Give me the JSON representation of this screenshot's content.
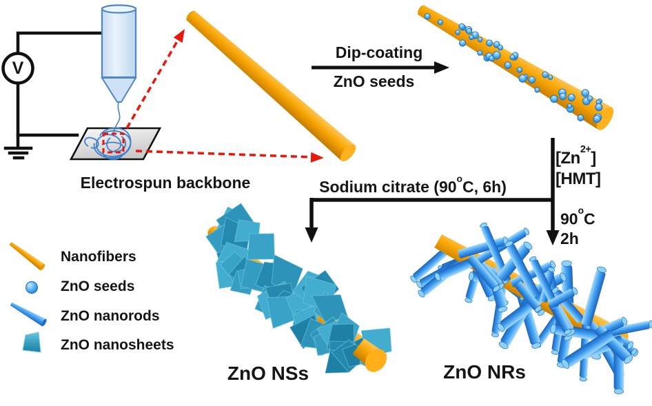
{
  "figure": {
    "voltmeter": "V",
    "electrospun_label": "Electrospun backbone",
    "dip_coating": {
      "label": "Dip-coating",
      "sub_label": "ZnO seeds"
    },
    "citrate_step": {
      "text_pre": "Sodium citrate (90",
      "sup": "o",
      "text_post": "C, 6h)"
    },
    "hydrothermal_step": {
      "reagent1_pre": "[Zn",
      "reagent1_sup": "2+",
      "reagent1_post": "]",
      "reagent2": "[HMT]",
      "temp_pre": "90",
      "temp_sup": "o",
      "temp_post": "C",
      "time": "2h"
    },
    "products": {
      "nanosheets": "ZnO NSs",
      "nanorods": "ZnO NRs"
    },
    "legend": {
      "items": [
        {
          "icon": "nanofiber-icon",
          "label": "Nanofibers"
        },
        {
          "icon": "zno-seed-icon",
          "label": "ZnO seeds"
        },
        {
          "icon": "zno-nanorod-icon",
          "label": "ZnO nanorods"
        },
        {
          "icon": "zno-nanosheet-icon",
          "label": "ZnO nanosheets"
        }
      ]
    },
    "colors": {
      "nanofiber_orange": "#F9A602",
      "seed_blue": "#3FA9F0",
      "nanorod_blue": "#2E90E8",
      "nanosheet_teal": "#2F9ABD",
      "dashed_arrow_red": "#E8190C",
      "line_black": "#111111",
      "syringe_blue": "#4F86C6"
    }
  }
}
